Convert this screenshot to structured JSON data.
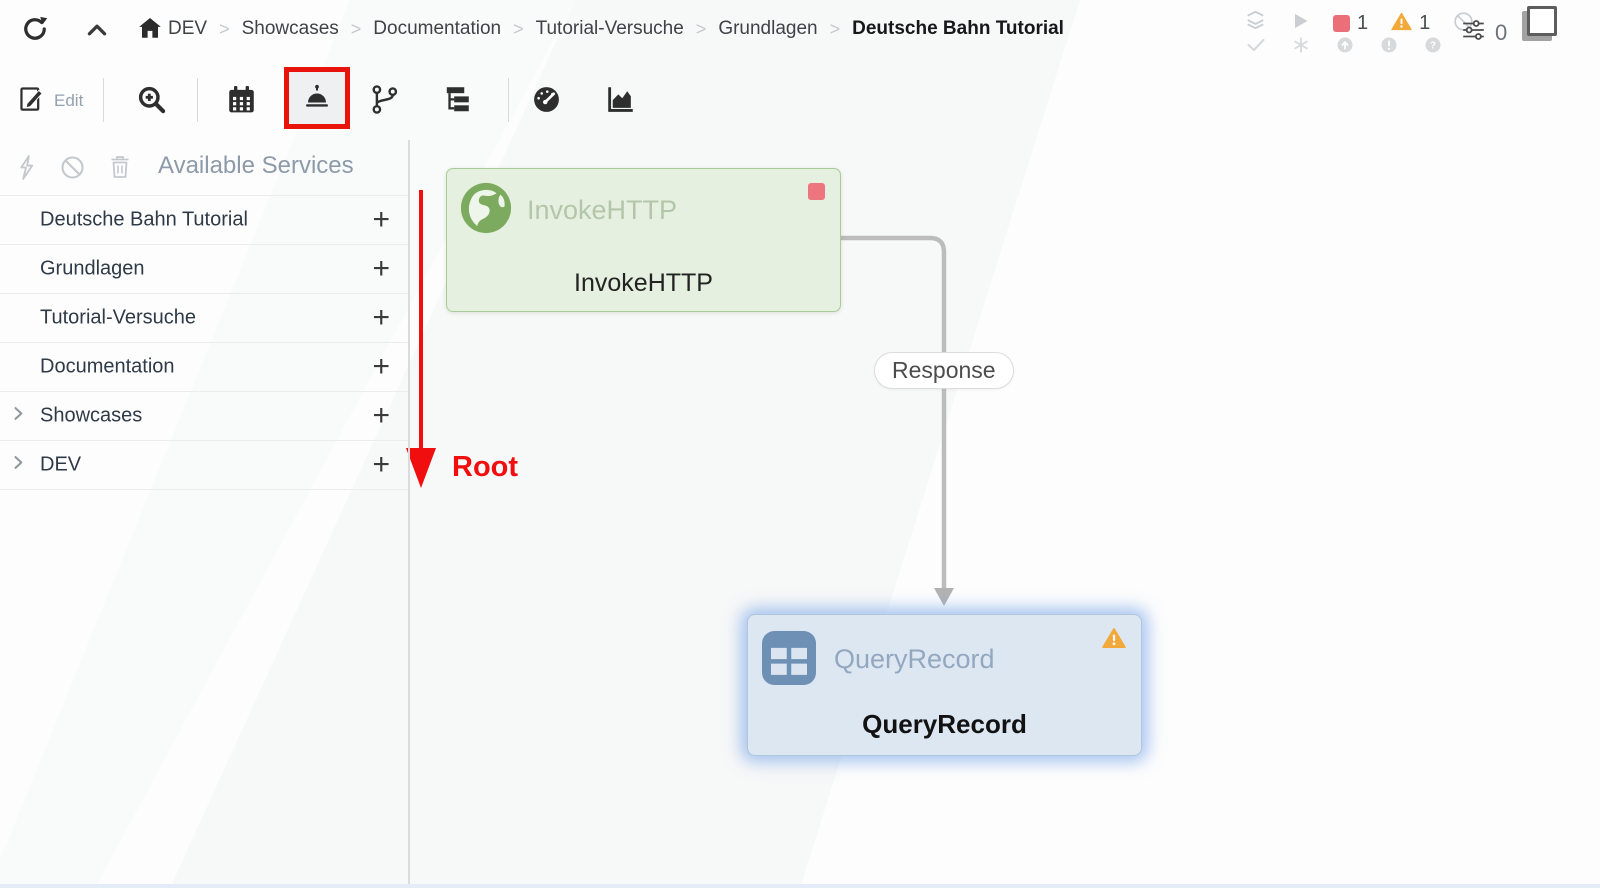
{
  "header": {
    "breadcrumb": {
      "separator": ">",
      "items": [
        "DEV",
        "Showcases",
        "Documentation",
        "Tutorial-Versuche",
        "Grundlagen",
        "Deutsche Bahn Tutorial"
      ]
    },
    "status": {
      "stopped_count": "1",
      "warning_count": "1",
      "parameter_count": "0"
    }
  },
  "toolbar": {
    "edit_label": "Edit"
  },
  "sidebar": {
    "title": "Available Services",
    "add_label": "+",
    "items": [
      {
        "label": "Deutsche Bahn Tutorial"
      },
      {
        "label": "Grundlagen"
      },
      {
        "label": "Tutorial-Versuche"
      },
      {
        "label": "Documentation"
      },
      {
        "label": "Showcases"
      },
      {
        "label": "DEV"
      }
    ]
  },
  "canvas": {
    "invokehttp": {
      "type_label": "InvokeHTTP",
      "name": "InvokeHTTP"
    },
    "queryrecord": {
      "type_label": "QueryRecord",
      "name": "QueryRecord"
    },
    "connection_label": "Response",
    "annotation": {
      "root_label": "Root"
    }
  },
  "colors": {
    "highlight_red": "#e8140c",
    "node_green_bg": "#e6f0e0",
    "node_blue_bg": "#dde7f2",
    "stopped_red": "#ea6f78",
    "warning_orange": "#f2a93b",
    "selection_glow_blue": "#6096e6"
  }
}
